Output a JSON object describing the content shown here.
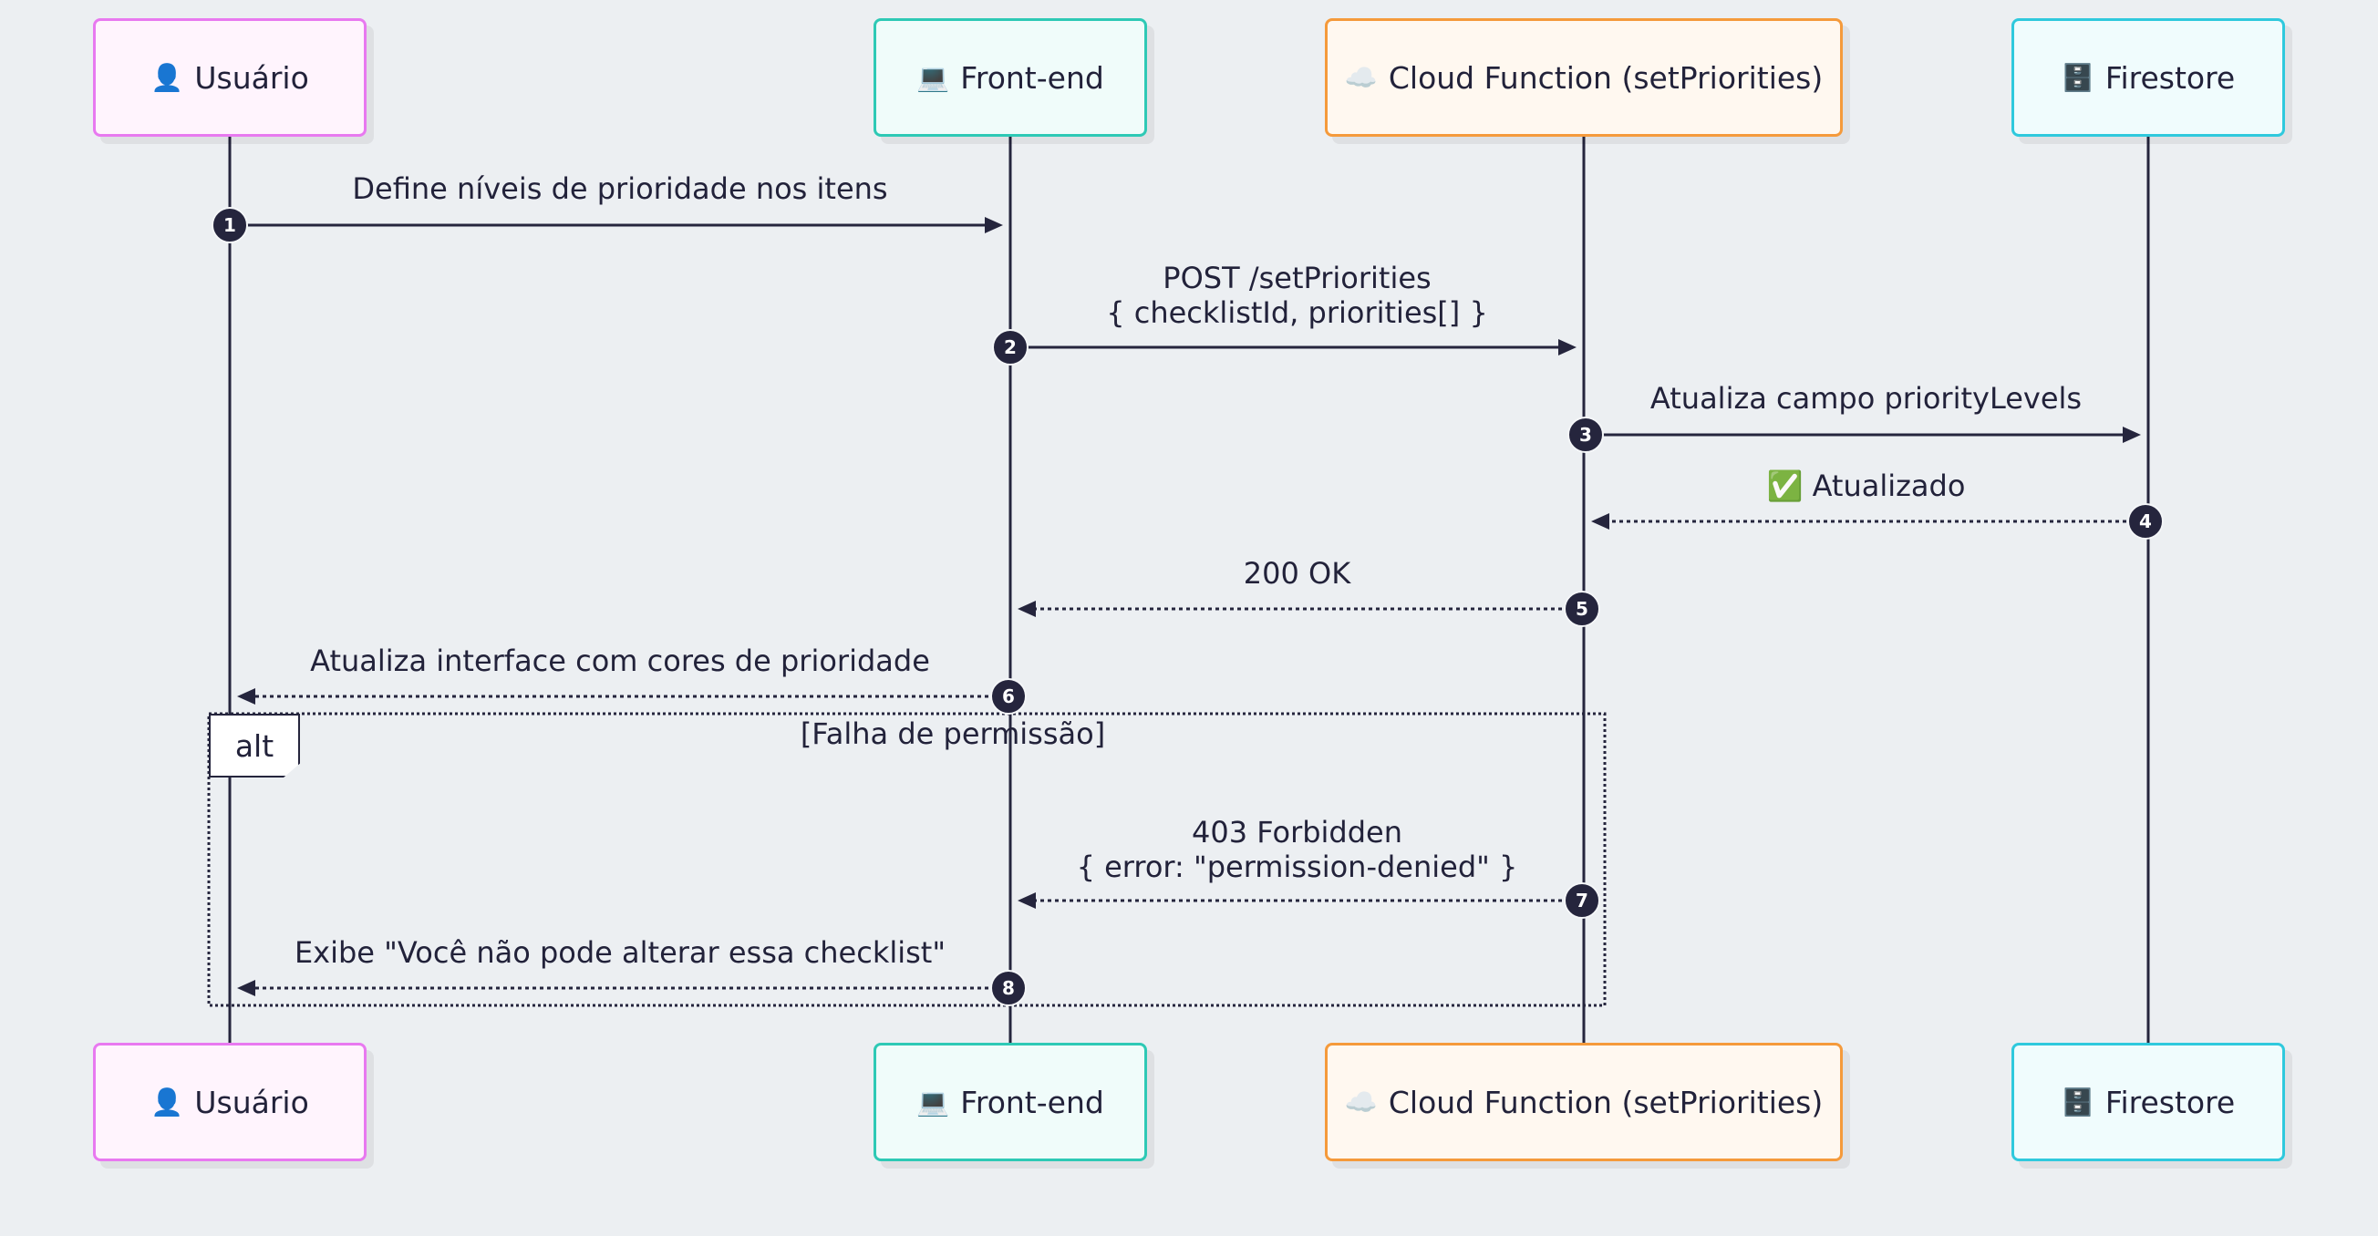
{
  "actors": [
    {
      "label": "Usuário",
      "icon": "👤",
      "icon_name": "user-icon",
      "fill": "#fff4fd",
      "stroke": "#e879f0"
    },
    {
      "label": "Front-end",
      "icon": "💻",
      "icon_name": "laptop-icon",
      "fill": "#f0fcfa",
      "stroke": "#2ec9b5"
    },
    {
      "label": "Cloud Function (setPriorities)",
      "icon": "☁️",
      "icon_name": "cloud-icon",
      "fill": "#fff8f0",
      "stroke": "#f59a3b"
    },
    {
      "label": "Firestore",
      "icon": "🗄️",
      "icon_name": "database-icon",
      "fill": "#f0fcfd",
      "stroke": "#2fc9dd"
    }
  ],
  "messages": [
    {
      "number": "1",
      "label": "Define níveis de prioridade nos itens",
      "from": 0,
      "to": 1,
      "dashed": false
    },
    {
      "number": "2",
      "label": "POST /setPriorities\n{ checklistId, priorities[] }",
      "from": 1,
      "to": 2,
      "dashed": false
    },
    {
      "number": "3",
      "label": "Atualiza campo priorityLevels",
      "from": 2,
      "to": 3,
      "dashed": false
    },
    {
      "number": "4",
      "label": "✅ Atualizado",
      "from": 3,
      "to": 2,
      "dashed": true
    },
    {
      "number": "5",
      "label": "200 OK",
      "from": 2,
      "to": 1,
      "dashed": true
    },
    {
      "number": "6",
      "label": "Atualiza interface com cores de prioridade",
      "from": 1,
      "to": 0,
      "dashed": true
    },
    {
      "number": "7",
      "label": "403 Forbidden\n{ error: \"permission-denied\" }",
      "from": 2,
      "to": 1,
      "dashed": true
    },
    {
      "number": "8",
      "label": "Exibe \"Você não pode alterar essa checklist\"",
      "from": 1,
      "to": 0,
      "dashed": true
    }
  ],
  "fragment": {
    "type": "alt",
    "condition": "[Falha de permissão]"
  },
  "colors": {
    "line": "#25253d",
    "background": "#eceff2"
  }
}
